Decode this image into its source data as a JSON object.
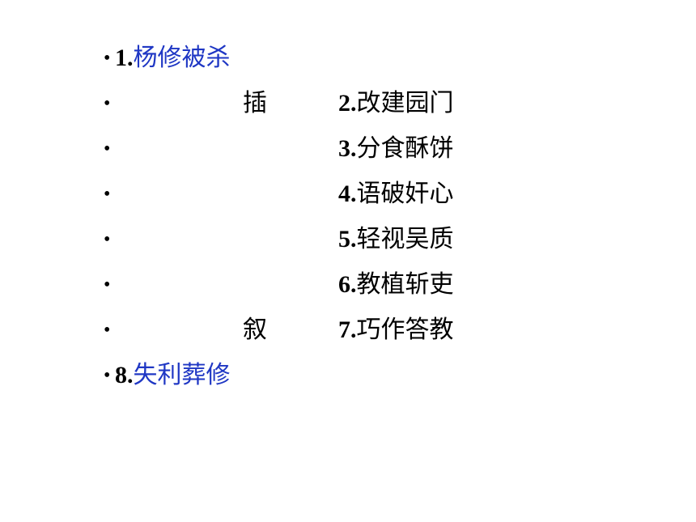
{
  "slide": {
    "bullet": "•",
    "first": {
      "num": "1.",
      "text": "杨修被杀"
    },
    "side_top": "插",
    "side_bottom": "叙",
    "items": [
      {
        "num": "2.",
        "text": "改建园门"
      },
      {
        "num": "3.",
        "text": "分食酥饼"
      },
      {
        "num": "4.",
        "text": "语破奸心"
      },
      {
        "num": "5.",
        "text": "轻视吴质"
      },
      {
        "num": "6.",
        "text": "教植斩吏"
      },
      {
        "num": "7.",
        "text": "巧作答教"
      }
    ],
    "last": {
      "num": "8.",
      "text": "失利葬修"
    },
    "colors": {
      "accent": "#1f37c4",
      "text": "#000000"
    }
  }
}
